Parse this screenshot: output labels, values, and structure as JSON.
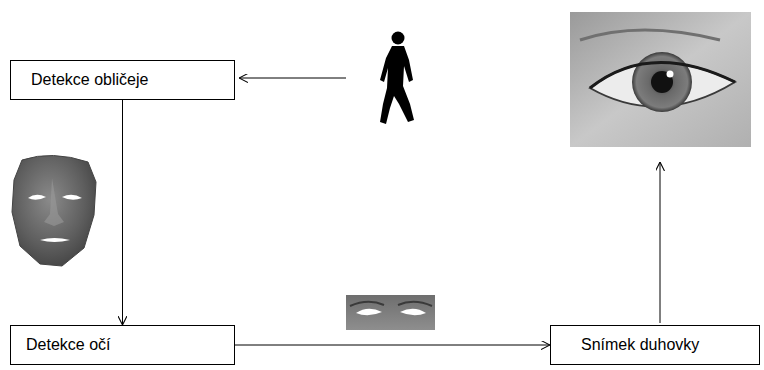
{
  "diagram": {
    "nodes": [
      {
        "text": [
          "Detekce obličeje"
        ]
      },
      {
        "text": [
          "Detekce očí"
        ]
      },
      {
        "text": [
          "Snímek duhovky"
        ]
      }
    ],
    "edges": [
      {
        "from": 0,
        "to": 1,
        "arrow": "to"
      },
      {
        "from": 1,
        "to": 2,
        "arrow": "to"
      }
    ]
  }
}
